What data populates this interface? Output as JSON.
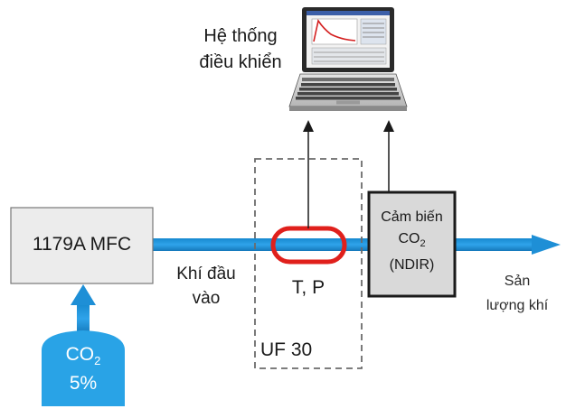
{
  "labels": {
    "control_system_line1": "Hệ thống",
    "control_system_line2": "điều khiển",
    "mfc": "1179A MFC",
    "inlet_line1": "Khí đầu",
    "inlet_line2": "vào",
    "tp": "T, P",
    "uf30": "UF 30",
    "sensor_line1": "Cảm biến",
    "sensor_co": "CO",
    "sensor_sub": "2",
    "sensor_line3": "(NDIR)",
    "output_line1": "Sản",
    "output_line2": "lượng khí",
    "tank_co": "CO",
    "tank_sub": "2",
    "tank_pct": "5%"
  },
  "colors": {
    "flow_blue": "#1e8fd6",
    "tank_blue": "#29a3e6",
    "sensor_red": "#e0201c",
    "box_gray": "#ececec",
    "sensor_box_gray": "#d9d9d9",
    "dash_gray": "#6b6b6b"
  },
  "icons": {
    "laptop": "laptop-icon"
  }
}
